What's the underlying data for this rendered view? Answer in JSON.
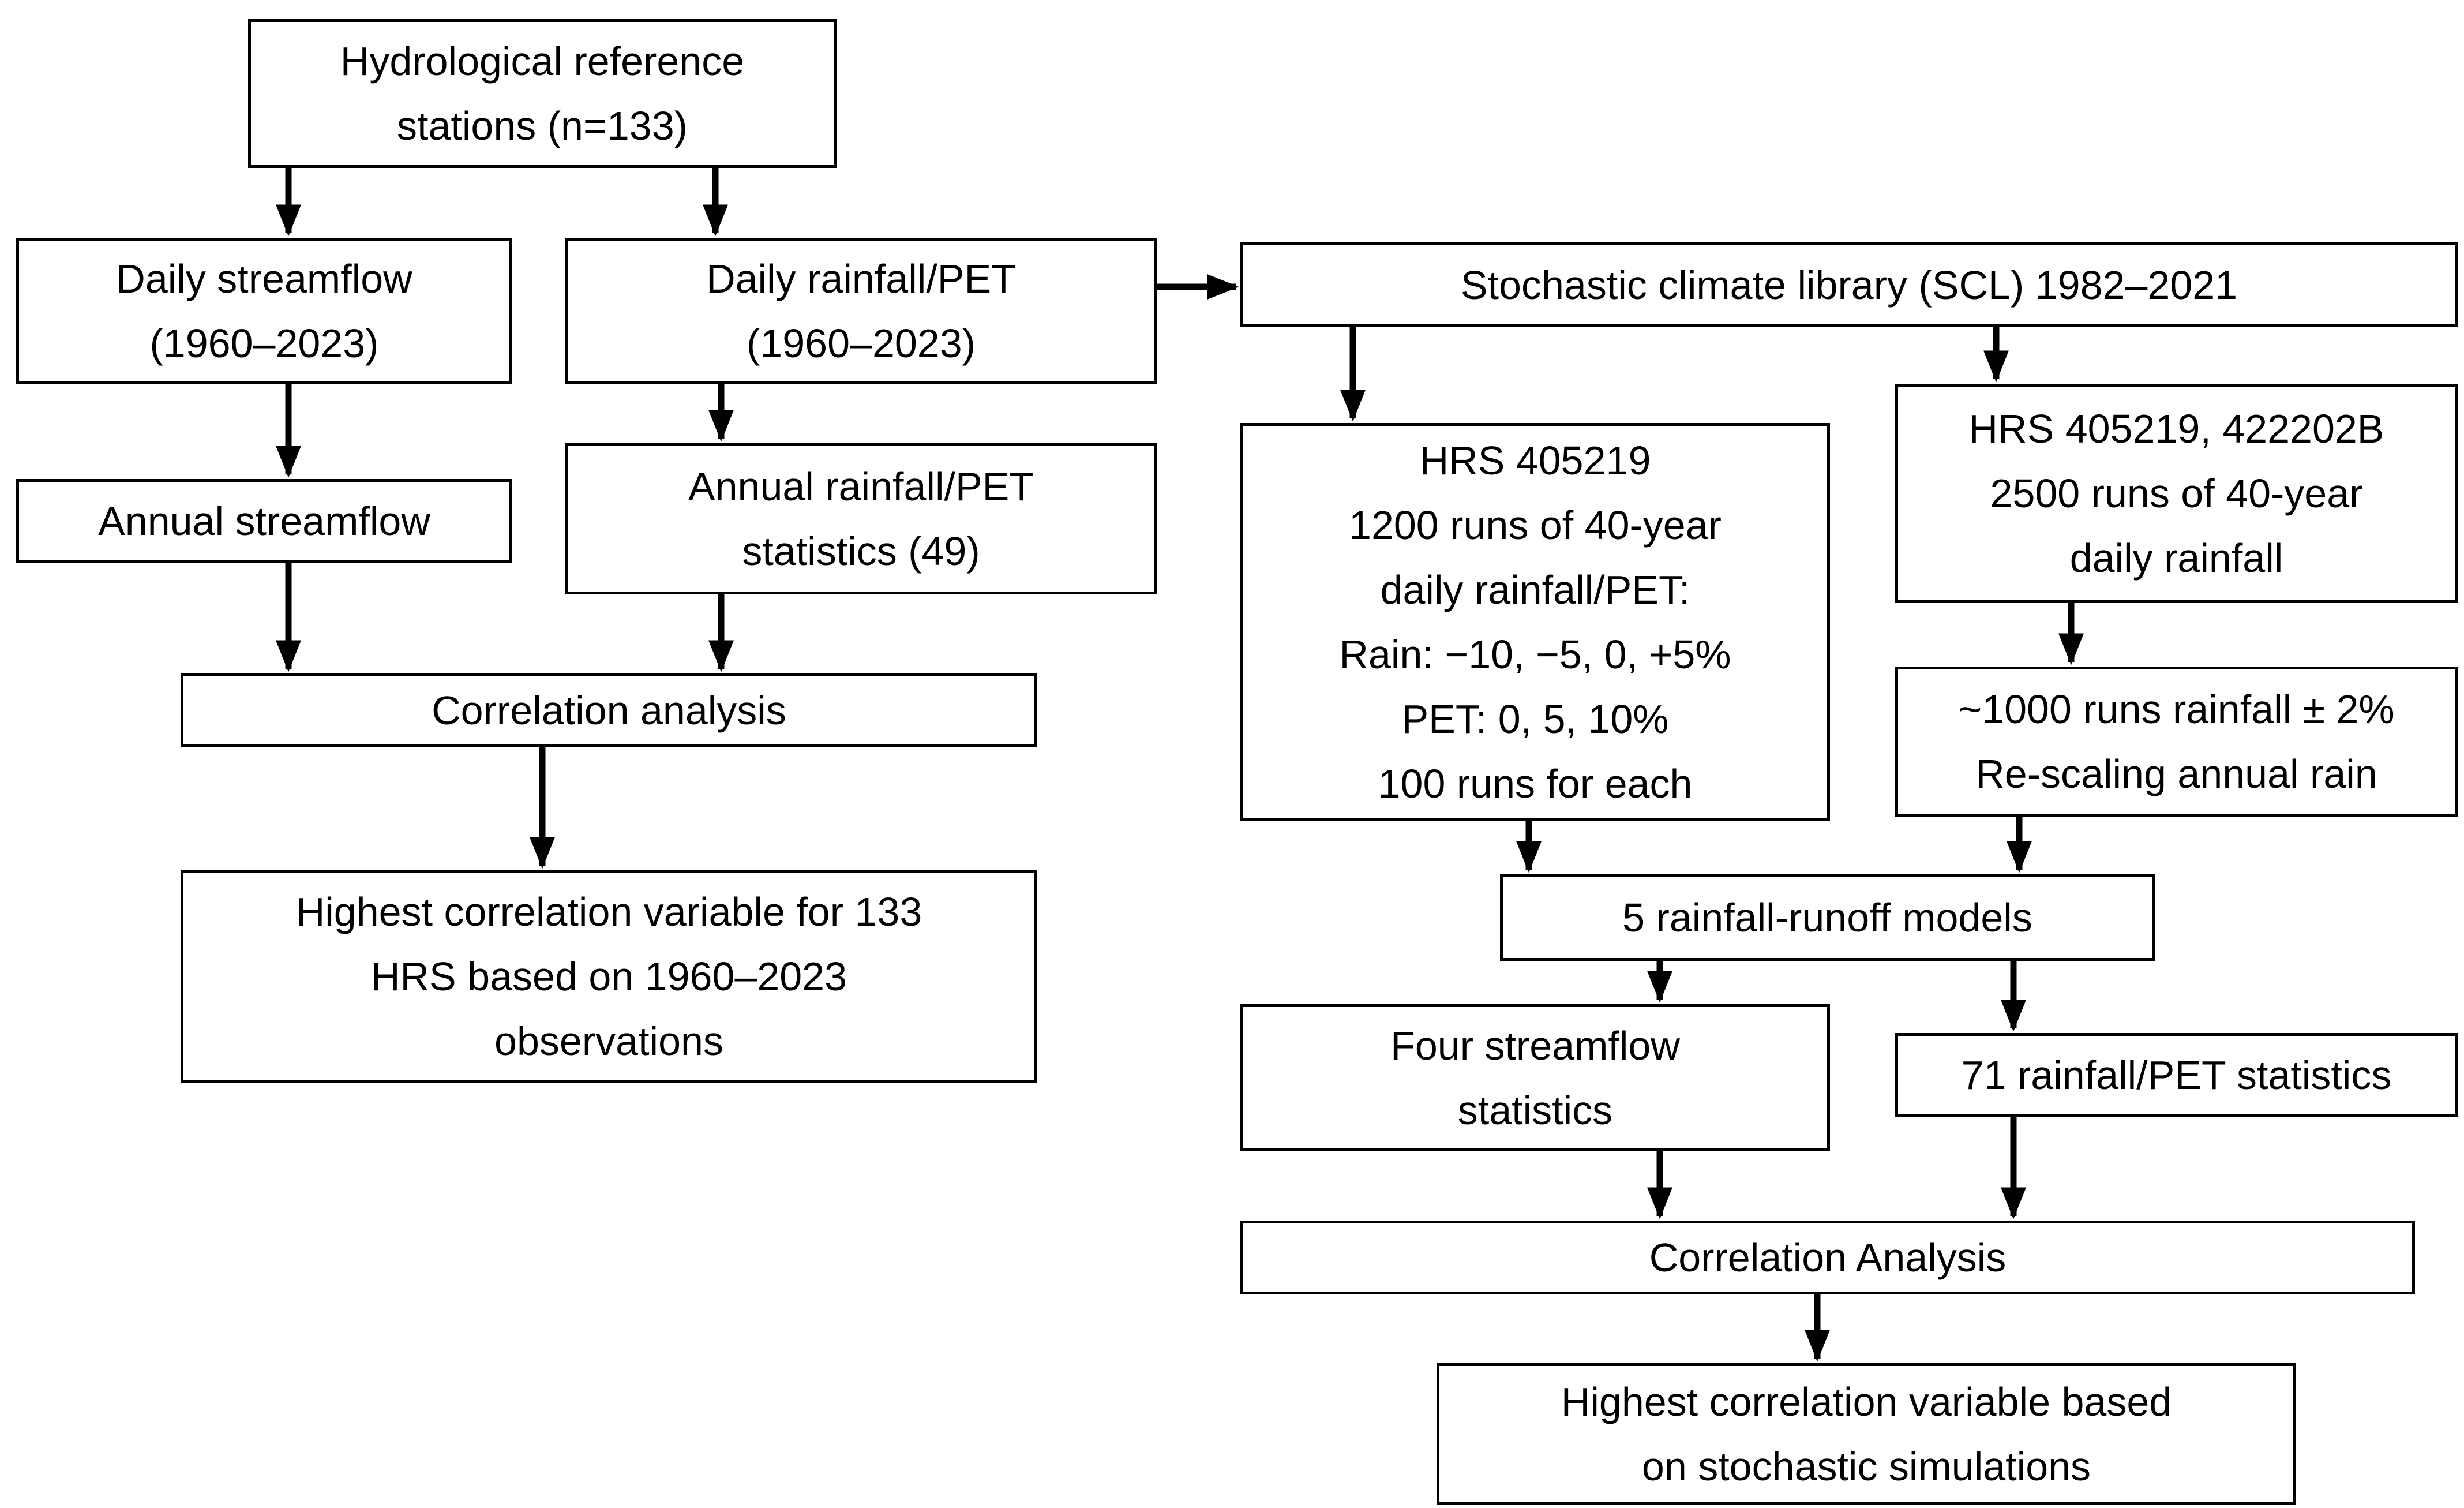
{
  "diagram": {
    "boxes": {
      "hydrological_reference": {
        "text": "Hydrological reference\nstations (n=133)"
      },
      "daily_streamflow": {
        "text": "Daily streamflow\n(1960–2023)"
      },
      "daily_rainfall_pet": {
        "text": "Daily rainfall/PET\n(1960–2023)"
      },
      "stochastic_climate_library": {
        "text": "Stochastic climate library (SCL) 1982–2021"
      },
      "annual_streamflow": {
        "text": "Annual streamflow"
      },
      "annual_rainfall_pet_statistics": {
        "text": "Annual rainfall/PET\nstatistics (49)"
      },
      "correlation_analysis_observed": {
        "text": "Correlation analysis"
      },
      "highest_correlation_observed": {
        "text": "Highest correlation variable for 133\nHRS based on 1960–2023\nobservations"
      },
      "hrs_405219_runs": {
        "text": "HRS 405219\n1200 runs of 40-year\ndaily rainfall/PET:\nRain: −10, −5, 0, +5%\nPET: 0, 5, 10%\n100 runs for each"
      },
      "hrs_405219_422202b": {
        "text": "HRS 405219, 422202B\n2500 runs of 40-year\ndaily rainfall"
      },
      "runs_rainfall_rescaling": {
        "text": "~1000 runs rainfall ± 2%\nRe-scaling annual rain"
      },
      "rainfall_runoff_models": {
        "text": "5 rainfall-runoff models"
      },
      "four_streamflow_statistics": {
        "text": "Four streamflow\nstatistics"
      },
      "rainfall_pet_statistics_71": {
        "text": "71 rainfall/PET statistics"
      },
      "correlation_analysis_stochastic": {
        "text": "Correlation Analysis"
      },
      "highest_correlation_stochastic": {
        "text": "Highest correlation variable based\non stochastic simulations"
      }
    },
    "colors": {
      "background": "#ffffff",
      "box_fill": "#ffffff",
      "box_border": "#000000",
      "arrow": "#000000",
      "text": "#000000"
    }
  }
}
